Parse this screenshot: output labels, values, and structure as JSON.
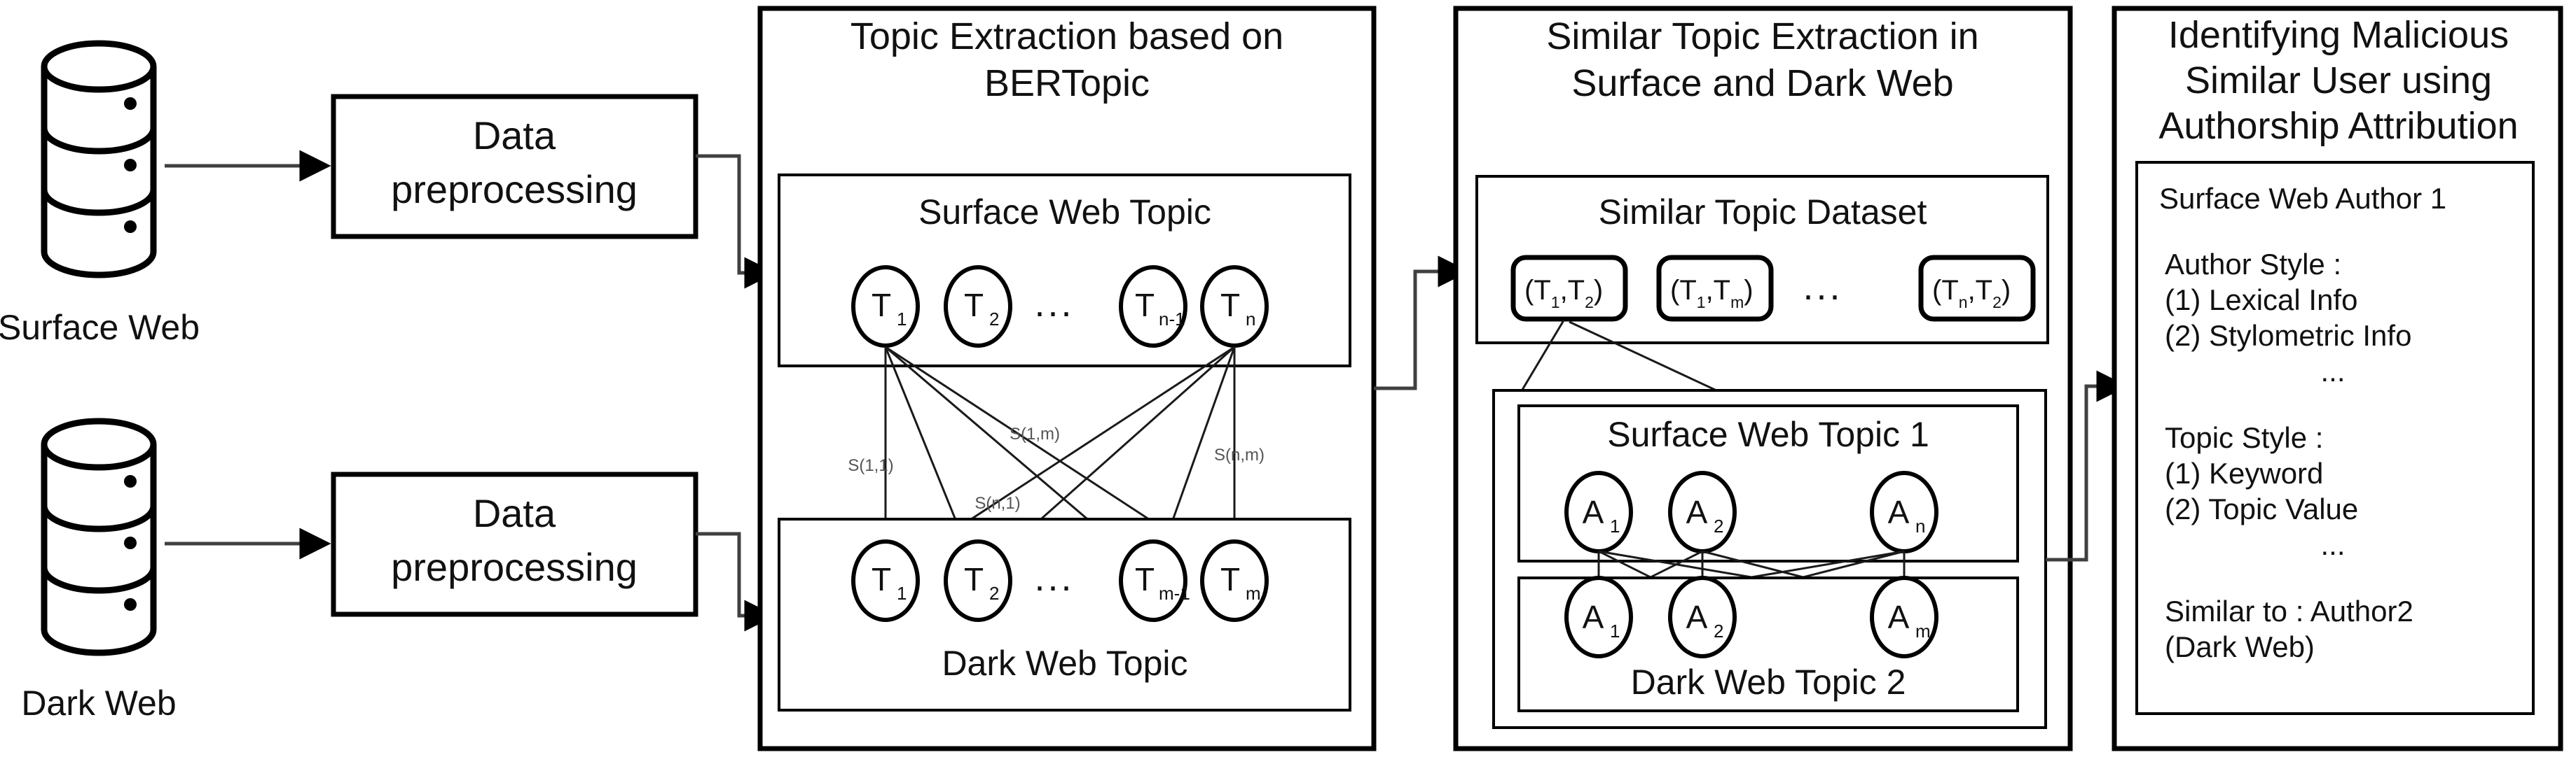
{
  "sources": [
    {
      "id": "surface",
      "label": "Surface Web",
      "icon": "database-cylinder-icon"
    },
    {
      "id": "dark",
      "label": "Dark Web",
      "icon": "database-cylinder-icon"
    }
  ],
  "preprocess": [
    {
      "id": "pre-surface",
      "line1": "Data",
      "line2": "preprocessing"
    },
    {
      "id": "pre-dark",
      "line1": "Data",
      "line2": "preprocessing"
    }
  ],
  "stage_topic_extraction": {
    "title_line1": "Topic Extraction based on",
    "title_line2": "BERTopic",
    "surface_panel": {
      "caption": "Surface Web Topic",
      "nodes": [
        {
          "base": "T",
          "sub": "1"
        },
        {
          "base": "T",
          "sub": "2"
        },
        {
          "base": "T",
          "sub": "n-1"
        },
        {
          "base": "T",
          "sub": "n"
        }
      ],
      "ellipsis": "..."
    },
    "dark_panel": {
      "caption": "Dark Web Topic",
      "nodes": [
        {
          "base": "T",
          "sub": "1"
        },
        {
          "base": "T",
          "sub": "2"
        },
        {
          "base": "T",
          "sub": "m-1"
        },
        {
          "base": "T",
          "sub": "m"
        }
      ],
      "ellipsis": "..."
    },
    "similarity_labels": [
      "S(1,1)",
      "S(1,m)",
      "S(n,1)",
      "S(n,m)"
    ]
  },
  "stage_similar_topic": {
    "title_line1": "Similar Topic Extraction in",
    "title_line2": "Surface and Dark Web",
    "dataset_panel": {
      "caption": "Similar Topic Dataset",
      "pairs": [
        {
          "text": "(T",
          "s1": "1",
          "mid": ",T",
          "s2": "2",
          "close": ")"
        },
        {
          "text": "(T",
          "s1": "1",
          "mid": ",T",
          "s2": "m",
          "close": ")"
        },
        {
          "text": "(T",
          "s1": "n",
          "mid": ",T",
          "s2": "2",
          "close": ")"
        }
      ],
      "ellipsis": "..."
    },
    "surface_topic_panel": {
      "caption": "Surface Web Topic 1",
      "nodes": [
        {
          "base": "A",
          "sub": "1"
        },
        {
          "base": "A",
          "sub": "2"
        },
        {
          "base": "A",
          "sub": "n"
        }
      ]
    },
    "dark_topic_panel": {
      "caption": "Dark Web Topic 2",
      "nodes": [
        {
          "base": "A",
          "sub": "1"
        },
        {
          "base": "A",
          "sub": "2"
        },
        {
          "base": "A",
          "sub": "m"
        }
      ]
    }
  },
  "stage_authorship": {
    "title_line1": "Identifying Malicious",
    "title_line2": "Similar User using",
    "title_line3": "Authorship Attribution",
    "panel": {
      "heading": "Surface Web Author 1",
      "lines": [
        "Author Style :",
        "(1) Lexical Info",
        "(2) Stylometric Info",
        "...",
        "Topic Style :",
        "(1) Keyword",
        "(2) Topic Value",
        "...",
        "Similar to : Author2",
        "(Dark Web)"
      ]
    }
  },
  "colors": {
    "stroke": "#000000",
    "connector": "#404040",
    "edge": "#1a1a1a",
    "background": "#ffffff",
    "sim_label": "#555555"
  }
}
